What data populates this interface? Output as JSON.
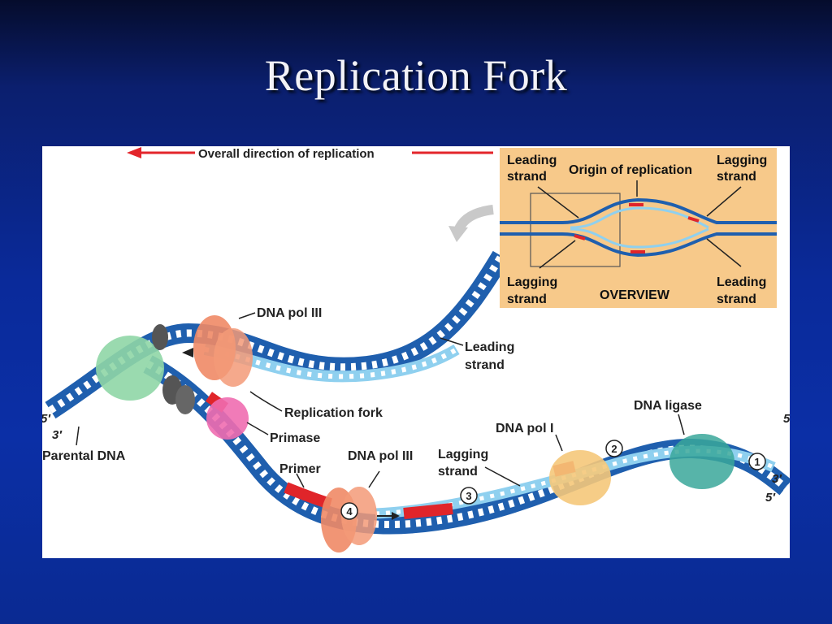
{
  "slide": {
    "title": "Replication Fork"
  },
  "diagram": {
    "direction_label": "Overall direction of replication",
    "overview": {
      "leading_strand_top": [
        "Leading",
        "strand"
      ],
      "origin_label": "Origin of replication",
      "lagging_strand_top": [
        "Lagging",
        "strand"
      ],
      "lagging_strand_bottom": [
        "Lagging",
        "strand"
      ],
      "overview_label": "OVERVIEW",
      "leading_strand_bottom": [
        "Leading",
        "strand"
      ]
    },
    "labels": {
      "dna_pol_iii_top": "DNA pol III",
      "leading_strand": [
        "Leading",
        "strand"
      ],
      "replication_fork": "Replication fork",
      "primase": "Primase",
      "parental_dna": "Parental DNA",
      "primer": "Primer",
      "dna_pol_iii_bottom": "DNA pol III",
      "lagging_strand": [
        "Lagging",
        "strand"
      ],
      "dna_pol_i": "DNA pol I",
      "dna_ligase": "DNA ligase"
    },
    "end_labels": {
      "left_5": "5′",
      "left_3": "3′",
      "right_5_top": "5",
      "right_3": "3′",
      "right_5": "5′"
    },
    "step_numbers": [
      "1",
      "2",
      "3",
      "4"
    ],
    "colors": {
      "parental_strand": "#1f5fae",
      "new_strand": "#8fd0ef",
      "primer": "#e0252a",
      "overview_bg": "#f7c98a",
      "dna_pol_iii": "#f08a66",
      "primase": "#f06db0",
      "dna_pol_i": "#f5c87a",
      "ligase": "#3aa79a",
      "helicase": "#8fd6a6"
    }
  }
}
